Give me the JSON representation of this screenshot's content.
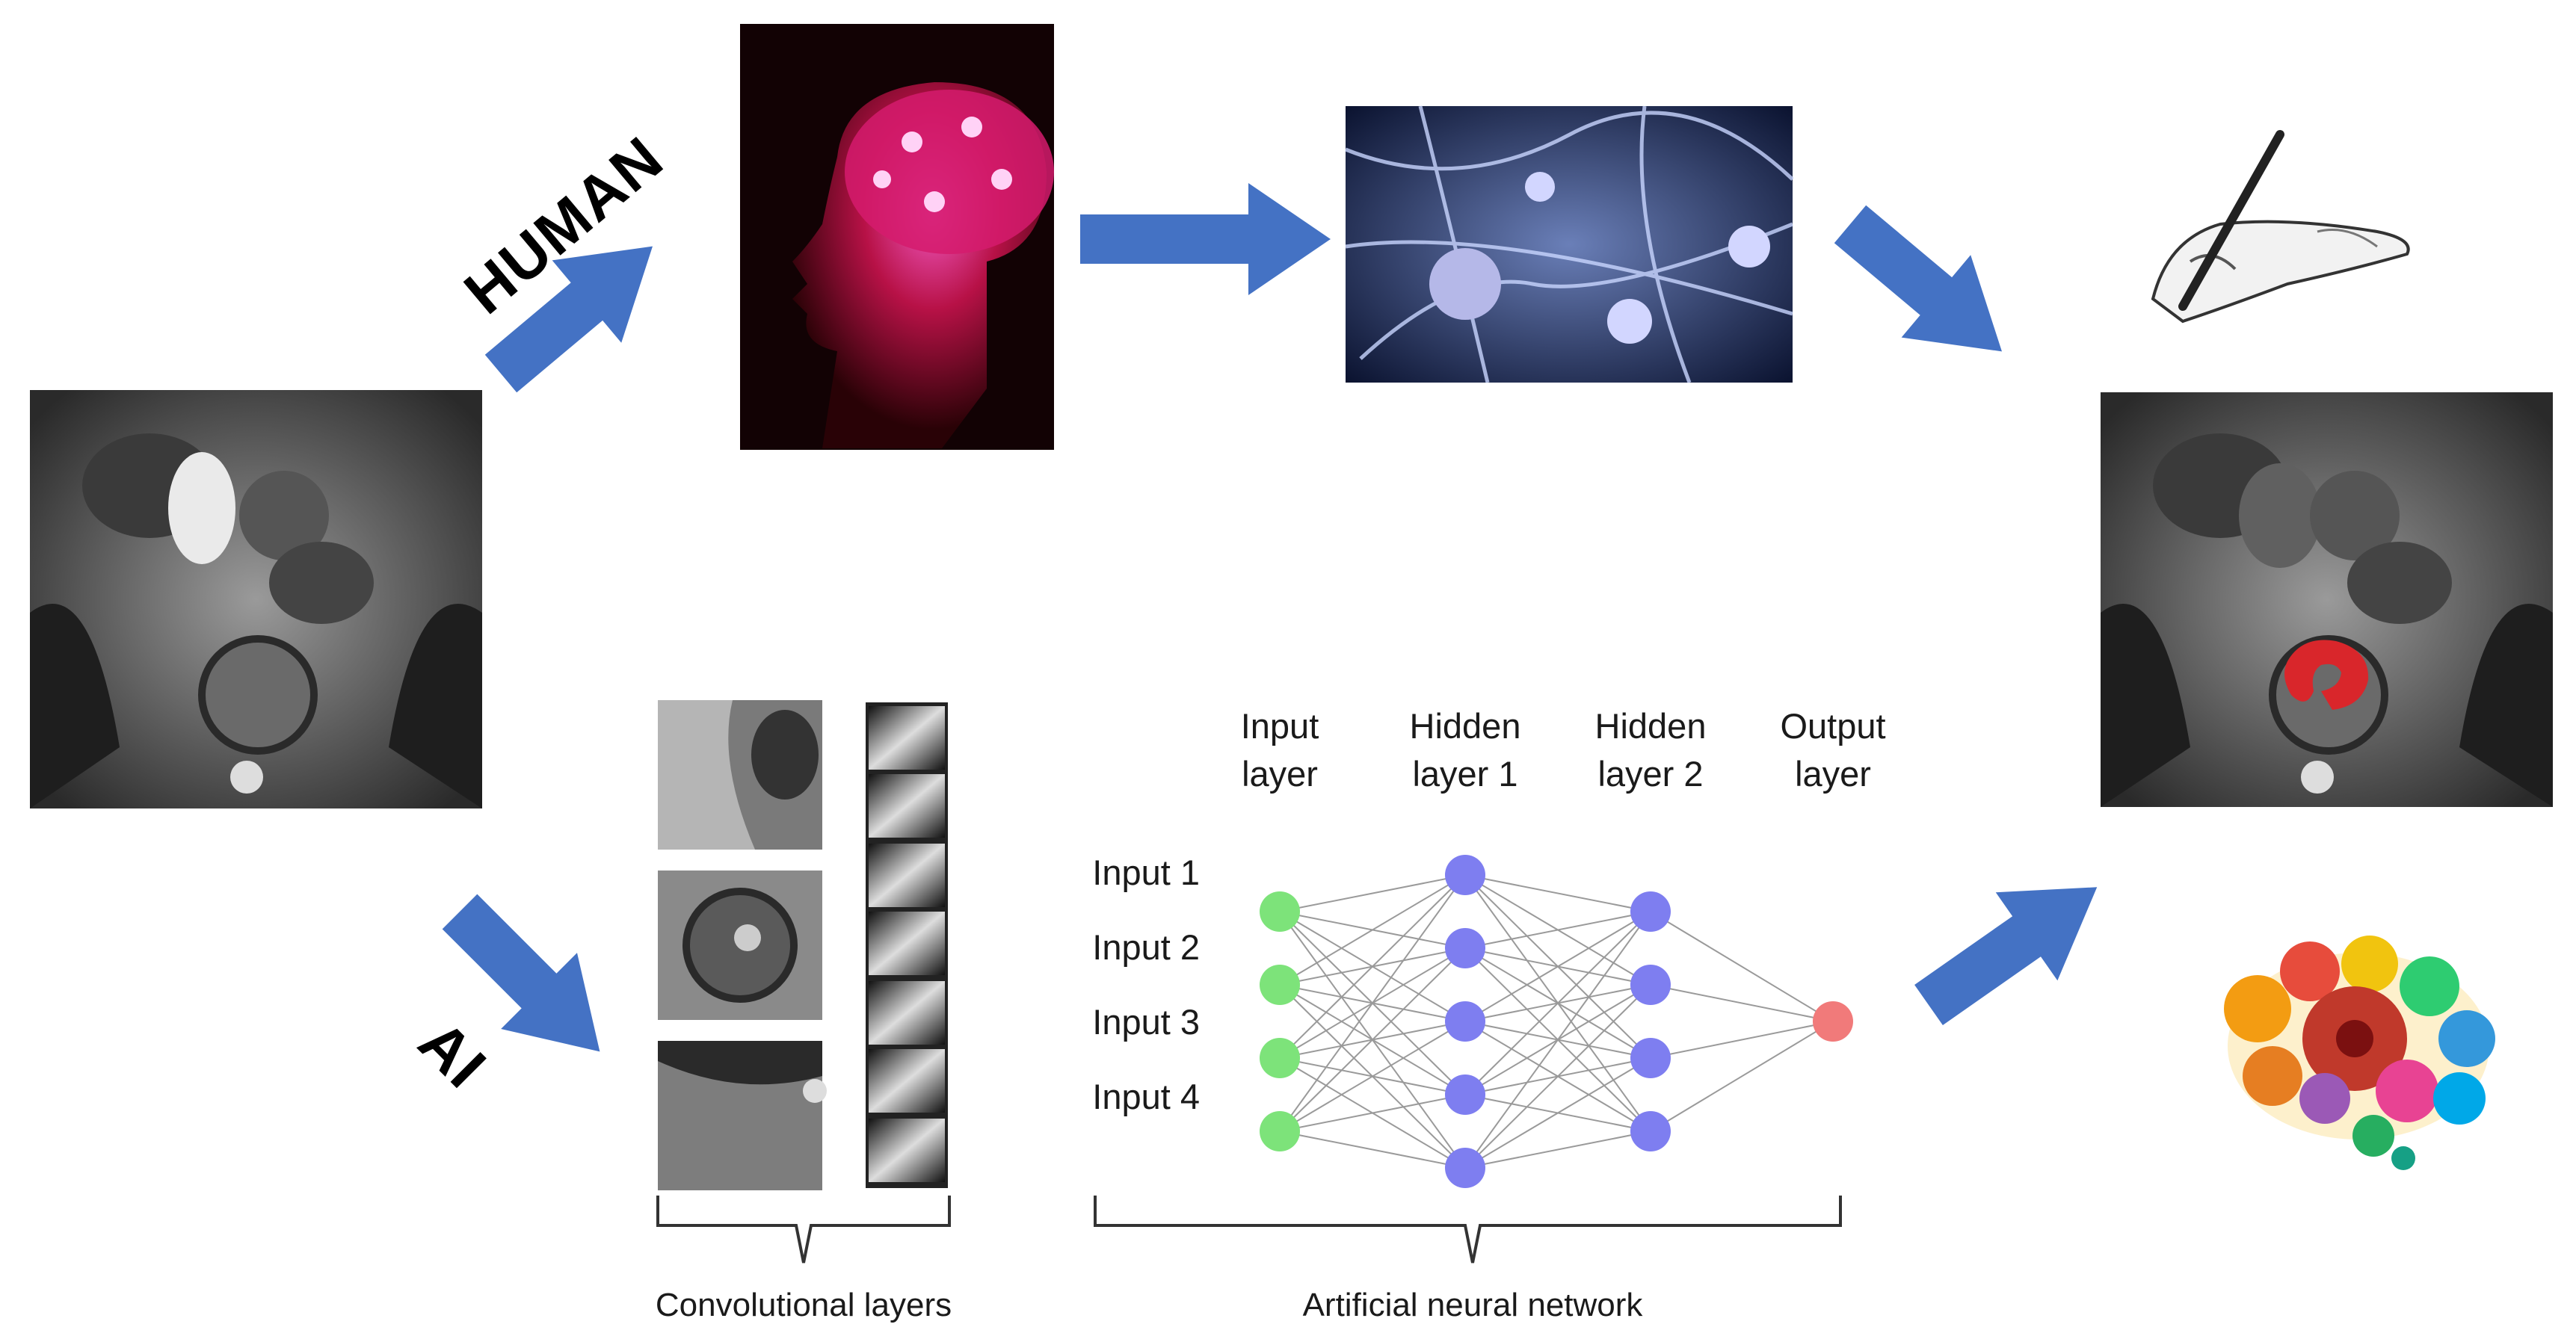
{
  "flow": {
    "human_label": "HUMAN",
    "ai_label": "AI"
  },
  "images": {
    "input_scan": "pelvic-mri-scan",
    "brain": "glowing-human-brain-profile",
    "neurons": "neuron-network-micrograph",
    "hand": "hand-writing-with-pen",
    "output_scan": "pelvic-mri-scan-with-red-segmentation",
    "gears": "colorful-gear-brain"
  },
  "network": {
    "layers": [
      {
        "line1": "Input",
        "line2": "layer",
        "nodes": 4,
        "color": "#7de37a"
      },
      {
        "line1": "Hidden",
        "line2": "layer 1",
        "nodes": 5,
        "color": "#7e7ef0"
      },
      {
        "line1": "Hidden",
        "line2": "layer 2",
        "nodes": 4,
        "color": "#7e7ef0"
      },
      {
        "line1": "Output",
        "line2": "layer",
        "nodes": 1,
        "color": "#f17a7a"
      }
    ],
    "inputs": [
      "Input 1",
      "Input 2",
      "Input 3",
      "Input 4"
    ]
  },
  "captions": {
    "conv": "Convolutional layers",
    "ann": "Artificial neural network"
  },
  "colors": {
    "arrow": "#4472c4",
    "segmentation": "#d9262b"
  }
}
